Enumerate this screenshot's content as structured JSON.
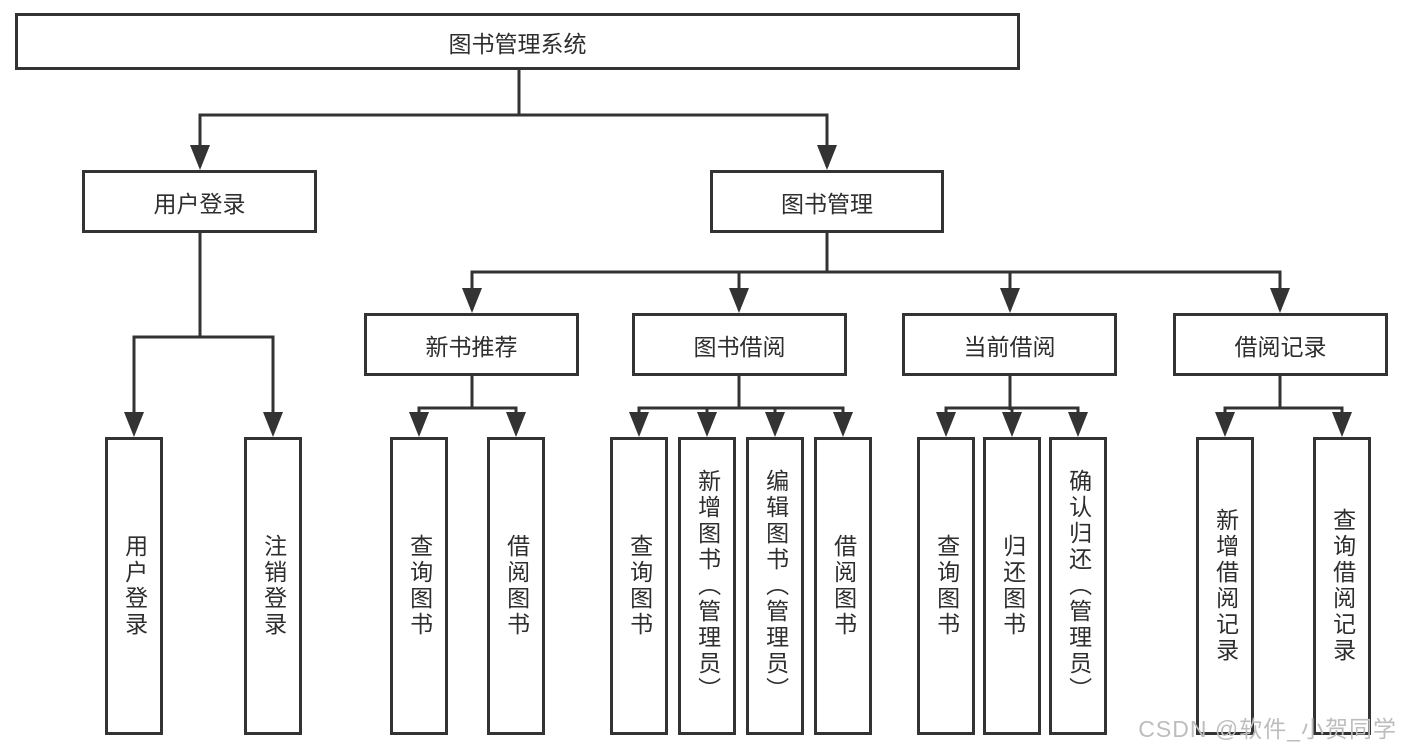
{
  "colors": {
    "line": "#333333",
    "box_border": "#333333",
    "box_bg": "#ffffff",
    "text": "#2e2e2e",
    "watermark": "#bdbdbd",
    "background": "#ffffff"
  },
  "tree": {
    "root": {
      "label": "图书管理系统"
    },
    "level2": [
      {
        "label": "用户登录",
        "children": [
          {
            "label": "用户登录"
          },
          {
            "label": "注销登录"
          }
        ]
      },
      {
        "label": "图书管理",
        "children": [
          {
            "label": "新书推荐",
            "children": [
              {
                "label": "查询图书"
              },
              {
                "label": "借阅图书"
              }
            ]
          },
          {
            "label": "图书借阅",
            "children": [
              {
                "label": "查询图书"
              },
              {
                "label": "新增图书（管理员）"
              },
              {
                "label": "编辑图书（管理员）"
              },
              {
                "label": "借阅图书"
              }
            ]
          },
          {
            "label": "当前借阅",
            "children": [
              {
                "label": "查询图书"
              },
              {
                "label": "归还图书"
              },
              {
                "label": "确认归还（管理员）"
              }
            ]
          },
          {
            "label": "借阅记录",
            "children": [
              {
                "label": "新增借阅记录"
              },
              {
                "label": "查询借阅记录"
              }
            ]
          }
        ]
      }
    ]
  },
  "watermark": {
    "text": "CSDN @软件_小贺同学"
  }
}
